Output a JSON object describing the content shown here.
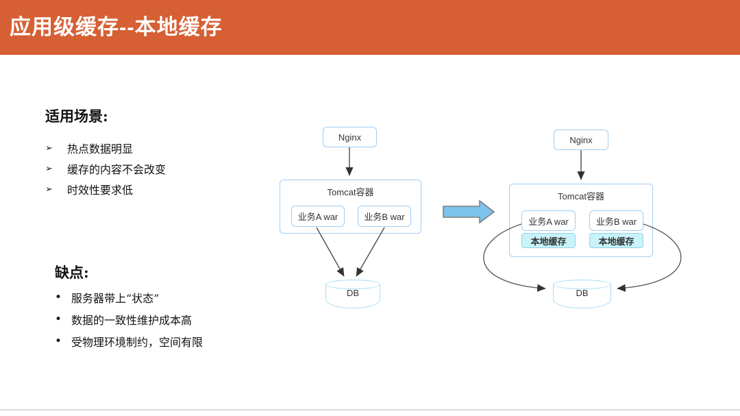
{
  "slide": {
    "title": "应用级缓存--本地缓存"
  },
  "usage": {
    "heading": "适用场景:",
    "bullet_glyph": "➢",
    "items": [
      "热点数据明显",
      "缓存的内容不会改变",
      "时效性要求低"
    ]
  },
  "drawbacks": {
    "heading": "缺点:",
    "bullet_glyph": "•",
    "items": [
      "服务器带上“状态”",
      "数据的一致性维护成本高",
      "受物理环境制约，空间有限"
    ]
  },
  "diagram_before": {
    "nginx": "Nginx",
    "tomcat": "Tomcat容器",
    "war_a": "业务A war",
    "war_b": "业务B war",
    "db": "DB"
  },
  "diagram_after": {
    "nginx": "Nginx",
    "tomcat": "Tomcat容器",
    "war_a": "业务A war",
    "war_b": "业务B war",
    "cache_a": "本地缓存",
    "cache_b": "本地缓存",
    "db": "DB"
  },
  "colors": {
    "header_bg": "#D65F34",
    "box_border": "#9FCDF3",
    "db_border": "#A8DCF5",
    "cache_fill": "#C9F3F9",
    "cache_border": "#8FD3E8",
    "arrow_fill": "#7CC3EC",
    "arrow_stroke": "#7E7E7E",
    "line": "#4A4A4A"
  }
}
